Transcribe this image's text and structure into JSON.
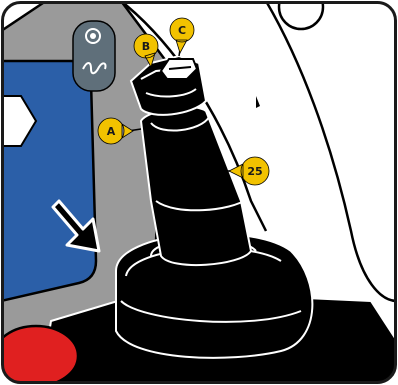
{
  "figure": {
    "subject": "joystick",
    "callouts": [
      {
        "id": "A",
        "label": "A",
        "color": "#f2c200"
      },
      {
        "id": "B",
        "label": "B",
        "color": "#f2c200"
      },
      {
        "id": "C",
        "label": "C",
        "color": "#f2c200"
      },
      {
        "id": "25",
        "label": "25",
        "color": "#f2c200"
      }
    ],
    "colors": {
      "joystick": "#000000",
      "panel_blue": "#2b5fa8",
      "panel_gray": "#9a9a9a",
      "button_red": "#e02020",
      "frame": "#1a1a1a"
    },
    "icons": [
      "arrow-down-right-icon",
      "horn-icon",
      "lock-knob-icon"
    ]
  }
}
